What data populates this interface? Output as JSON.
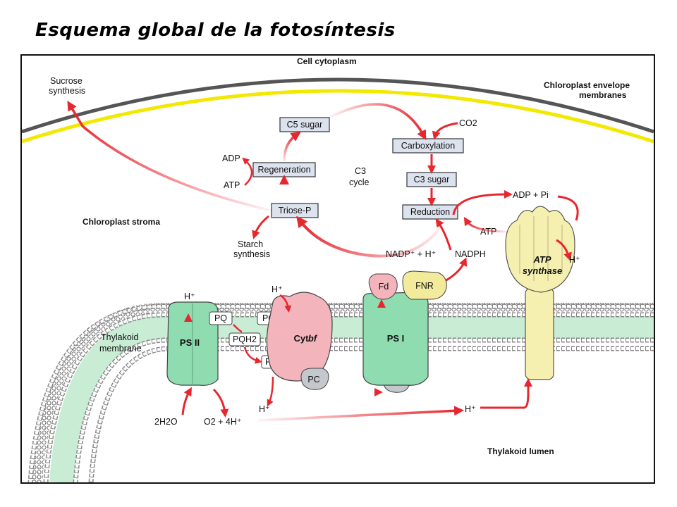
{
  "title": "Esquema global de la fotosíntesis",
  "regions": {
    "cytoplasm": "Cell cytoplasm",
    "envelope_line1": "Chloroplast envelope",
    "envelope_line2": "membranes",
    "stroma": "Chloroplast stroma",
    "thylakoid_membrane_line1": "Thylakoid",
    "thylakoid_membrane_line2": "membrane",
    "lumen": "Thylakoid lumen"
  },
  "calvin_cycle": {
    "c5_sugar": "C5 sugar",
    "carboxylation": "Carboxylation",
    "regeneration": "Regeneration",
    "c3_sugar": "C3 sugar",
    "triose_p": "Triose-P",
    "reduction": "Reduction",
    "cycle_line1": "C3",
    "cycle_line2": "cycle"
  },
  "metabolites": {
    "sucrose_line1": "Sucrose",
    "sucrose_line2": "synthesis",
    "co2": "CO2",
    "adp": "ADP",
    "atp_regen": "ATP",
    "starch_line1": "Starch",
    "starch_line2": "synthesis",
    "nadp": "NADP⁺ + H⁺",
    "nadph": "NADPH",
    "adp_pi": "ADP + Pi",
    "atp_synth": "ATP",
    "h_out_synthase": "H⁺",
    "h_psii": "H⁺",
    "h_cyt": "H⁺",
    "h_lumen_left": "H⁺",
    "h_lumen_right": "H⁺",
    "water": "2H2O",
    "oxygen": "O2 + 4H⁺"
  },
  "complexes": {
    "psii": "PS II",
    "cyt_bf_1": "Cyt",
    "cyt_bf_2": "bf",
    "psi": "PS I",
    "fd": "Fd",
    "fnr": "FNR",
    "atp_synthase_1": "ATP",
    "atp_synthase_2": "synthase",
    "pq_1": "PQ",
    "pq_2": "PQ",
    "pqh2_1": "PQH2",
    "pqh2_2": "PQH2",
    "pc_1": "PC",
    "pc_2": "PC"
  },
  "colors": {
    "membrane_green": "#c8ecd4",
    "complex_green": "#8edcb0",
    "cyt_pink": "#f4b4bc",
    "synthase_yellow": "#f6f0b0",
    "envelope_yellow": "#f2e800",
    "envelope_gray": "#555555",
    "arrow_red": "#e8262e"
  }
}
